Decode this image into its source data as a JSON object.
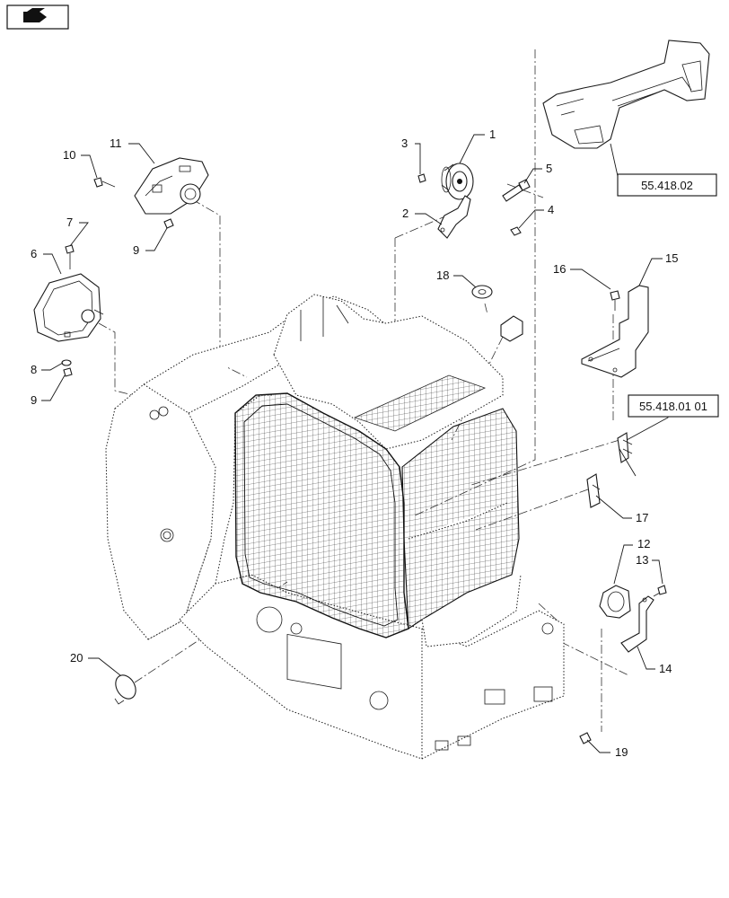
{
  "diagram": {
    "type": "exploded-parts-view",
    "callouts": [
      "1",
      "2",
      "3",
      "4",
      "5",
      "6",
      "7",
      "8",
      "9",
      "9",
      "10",
      "11",
      "12",
      "13",
      "14",
      "15",
      "16",
      "17",
      "18",
      "19",
      "20"
    ],
    "references": [
      "55.418.02",
      "55.418.01 01"
    ],
    "nav_icon": "page-turn-icon"
  }
}
